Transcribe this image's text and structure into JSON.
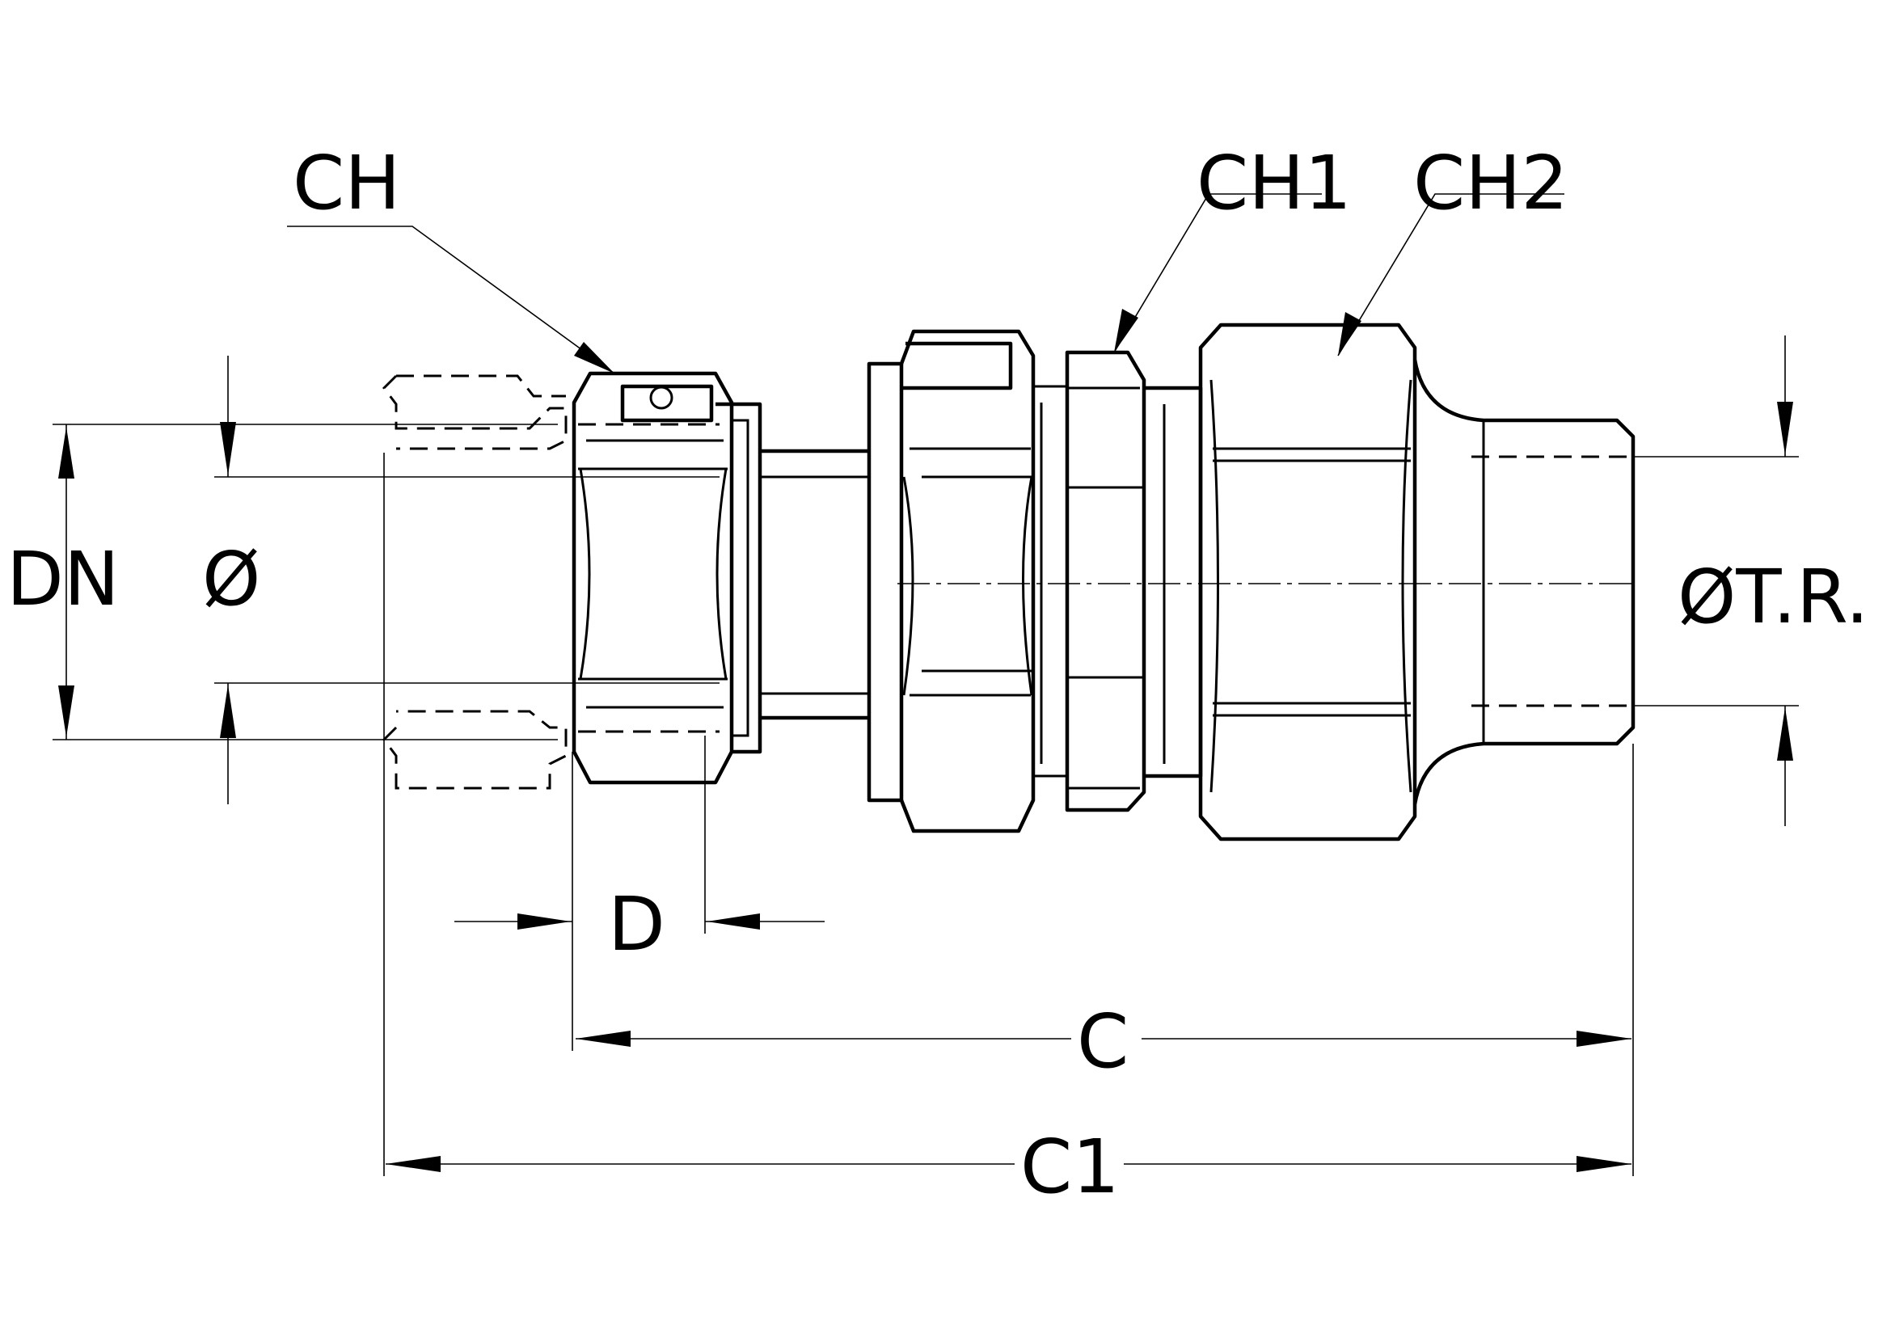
{
  "labels": {
    "ch": "CH",
    "ch1": "CH1",
    "ch2": "CH2",
    "dn": "DN",
    "diameter": "Ø",
    "d": "D",
    "c": "C",
    "c1": "C1",
    "thread": "ØT.R."
  },
  "colors": {
    "ink": "#000000",
    "paper": "#ffffff"
  }
}
